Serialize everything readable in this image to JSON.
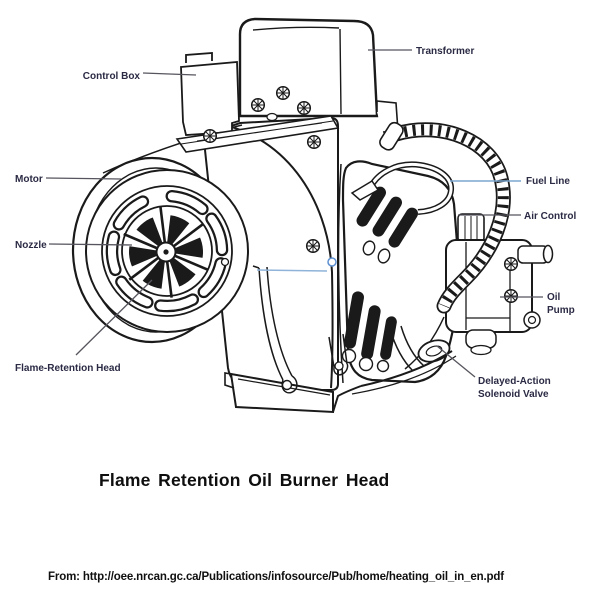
{
  "diagram": {
    "type": "labeled-technical-illustration",
    "subject": "Flame retention oil burner cutaway with part callouts",
    "labels": {
      "control_box": "Control Box",
      "transformer": "Transformer",
      "motor": "Motor",
      "nozzle": "Nozzle",
      "flame_retention_head": "Flame-Retention Head",
      "fuel_line": "Fuel Line",
      "air_control": "Air Control",
      "oil_pump": {
        "line1": "Oil",
        "line2": "Pump"
      },
      "solenoid_valve": {
        "line1": "Delayed-Action",
        "line2": "Solenoid Valve"
      }
    },
    "colors": {
      "line": "#1a1a1a",
      "label_text": "#2a2a44",
      "leader": "#55555e",
      "fuel_line_leader": "#7aa5cf",
      "artifact_blue": "#5b8fd0",
      "background": "#ffffff"
    }
  },
  "caption": {
    "title": "Flame Retention Oil Burner Head"
  },
  "source_line": {
    "text": "From: http://oee.nrcan.gc.ca/Publications/infosource/Pub/home/heating_oil_in_en.pdf"
  }
}
